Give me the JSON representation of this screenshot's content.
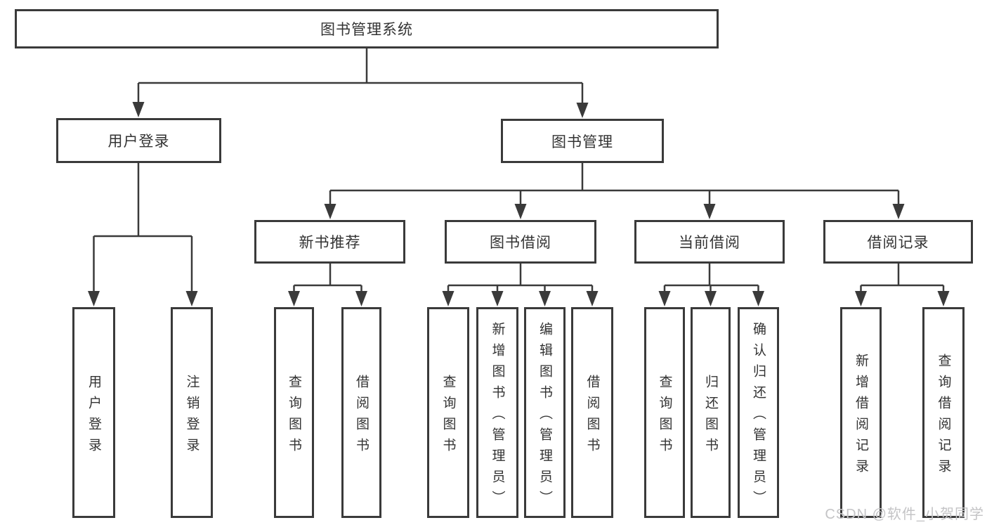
{
  "diagram": {
    "root": {
      "label": "图书管理系统"
    },
    "level2": [
      {
        "label": "用户登录"
      },
      {
        "label": "图书管理"
      }
    ],
    "level3": [
      {
        "label": "新书推荐"
      },
      {
        "label": "图书借阅"
      },
      {
        "label": "当前借阅"
      },
      {
        "label": "借阅记录"
      }
    ],
    "leaves": {
      "user": [
        {
          "label": "用户登录"
        },
        {
          "label": "注销登录"
        }
      ],
      "newbook": [
        {
          "label": "查询图书"
        },
        {
          "label": "借阅图书"
        }
      ],
      "borrow": [
        {
          "label": "查询图书"
        },
        {
          "label": "新增图书（管理员）"
        },
        {
          "label": "编辑图书（管理员）"
        },
        {
          "label": "借阅图书"
        }
      ],
      "current": [
        {
          "label": "查询图书"
        },
        {
          "label": "归还图书"
        },
        {
          "label": "确认归还（管理员）"
        }
      ],
      "records": [
        {
          "label": "新增借阅记录"
        },
        {
          "label": "查询借阅记录"
        }
      ]
    },
    "colors": {
      "line": "#3a3a3a",
      "text": "#333333",
      "background": "#ffffff",
      "watermark": "#c4c4c6"
    }
  },
  "watermark": {
    "text": "CSDN @软件_小贺同学"
  }
}
